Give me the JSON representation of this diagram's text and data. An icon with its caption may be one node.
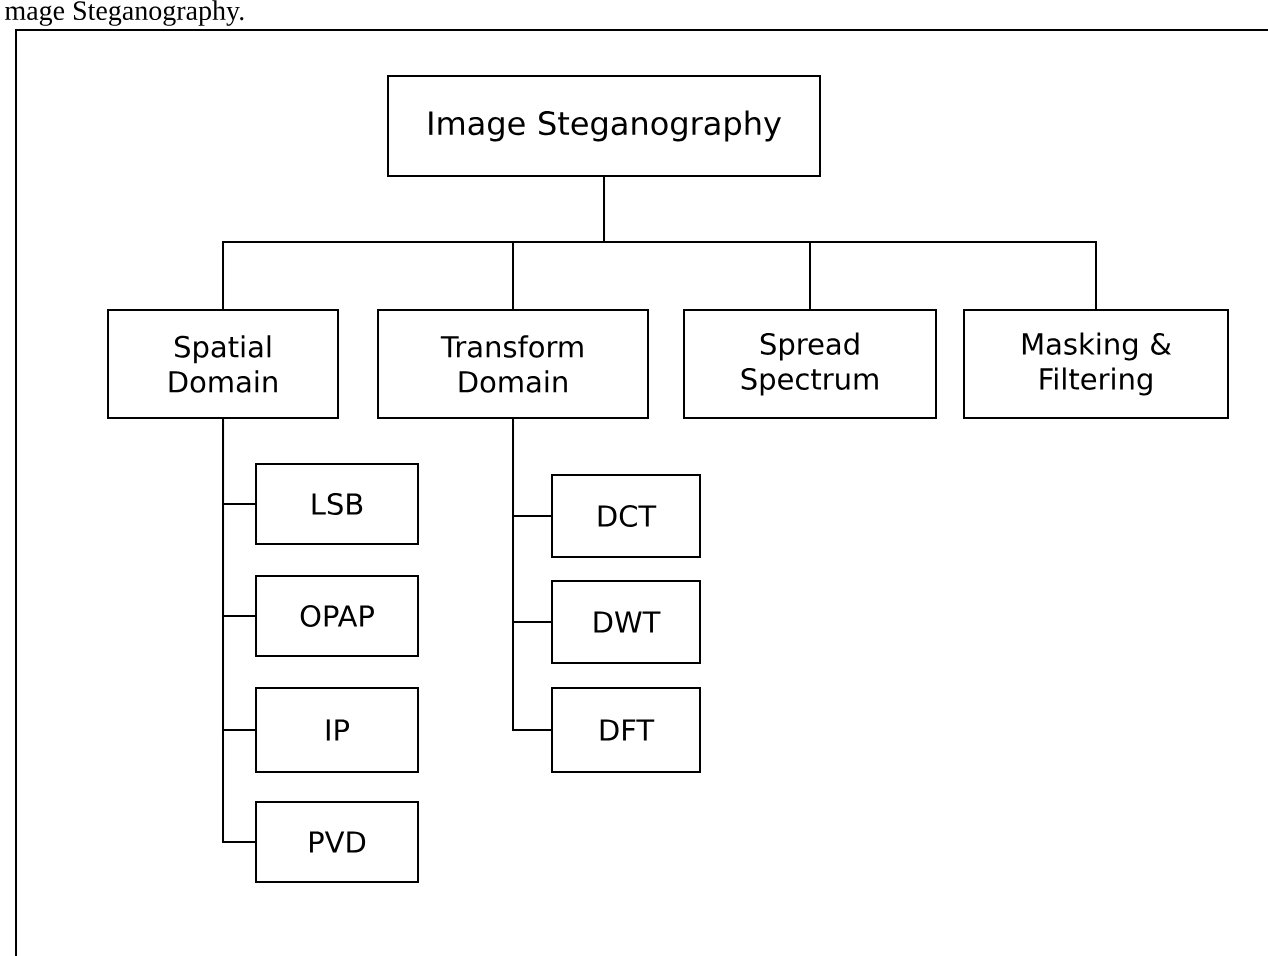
{
  "diagram": {
    "nodes": [
      {
        "text": [
          "Image Steganography"
        ]
      },
      {
        "text": [
          "Spatial Domain"
        ]
      },
      {
        "text": [
          "Transform Domain"
        ]
      },
      {
        "text": [
          "Spread Spectrum"
        ]
      },
      {
        "text": [
          "Masking & Filtering"
        ]
      },
      {
        "text": [
          "LSB"
        ]
      },
      {
        "text": [
          "OPAP"
        ]
      },
      {
        "text": [
          "IP"
        ]
      },
      {
        "text": [
          "PVD"
        ]
      },
      {
        "text": [
          "DCT"
        ]
      },
      {
        "text": [
          "DWT"
        ]
      },
      {
        "text": [
          "DFT"
        ]
      }
    ],
    "edges": [
      {
        "from": 0,
        "to": 1,
        "arrow": "none"
      },
      {
        "from": 0,
        "to": 2,
        "arrow": "none"
      },
      {
        "from": 0,
        "to": 3,
        "arrow": "none"
      },
      {
        "from": 0,
        "to": 4,
        "arrow": "none"
      },
      {
        "from": 1,
        "to": 5,
        "arrow": "none"
      },
      {
        "from": 1,
        "to": 6,
        "arrow": "none"
      },
      {
        "from": 1,
        "to": 7,
        "arrow": "none"
      },
      {
        "from": 1,
        "to": 8,
        "arrow": "none"
      },
      {
        "from": 2,
        "to": 9,
        "arrow": "none"
      },
      {
        "from": 2,
        "to": 10,
        "arrow": "none"
      },
      {
        "from": 2,
        "to": 11,
        "arrow": "none"
      }
    ],
    "labels": [
      "mage Steganography."
    ]
  }
}
